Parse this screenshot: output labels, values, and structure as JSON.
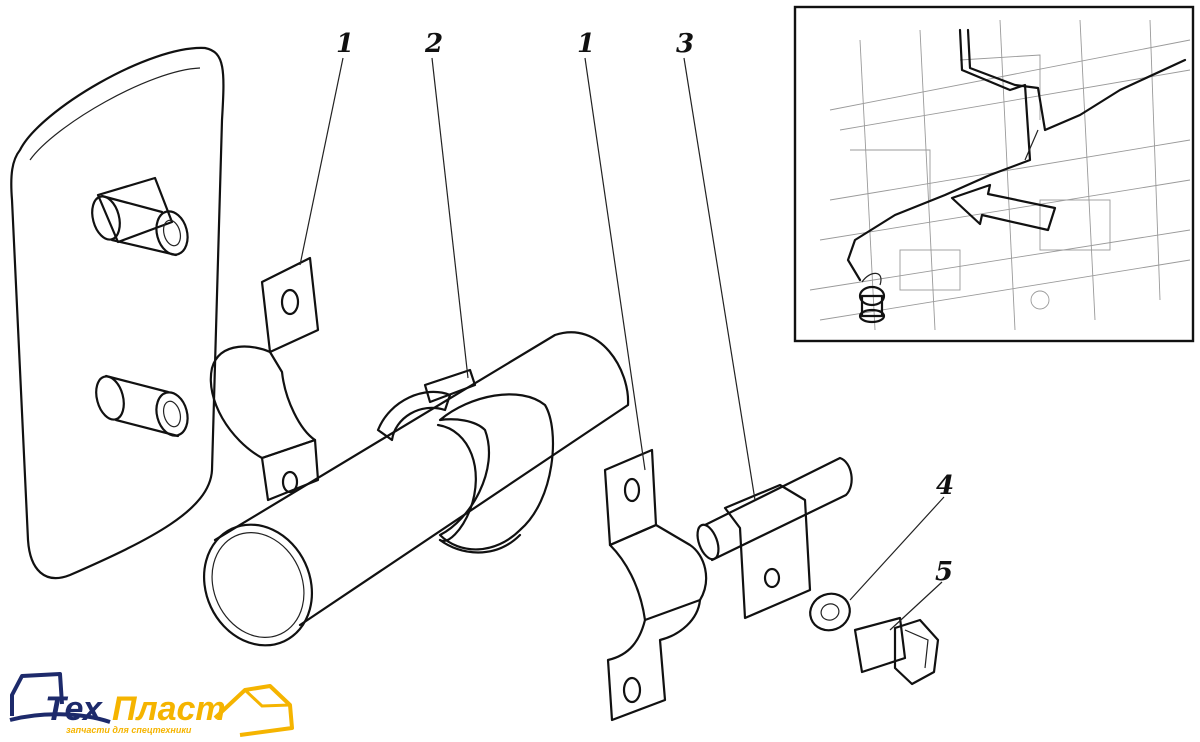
{
  "callouts": {
    "c1a": "1",
    "c2": "2",
    "c1b": "1",
    "c3": "3",
    "c4": "4",
    "c5": "5"
  },
  "logo": {
    "part1": "Тех",
    "part2": "Пласт",
    "tagline": "запчасти для спецтехники",
    "colors": {
      "dark": "#1d2a6b",
      "accent": "#f5b400"
    }
  },
  "inset": {
    "arrow_icon": "pointer-arrow-icon"
  }
}
